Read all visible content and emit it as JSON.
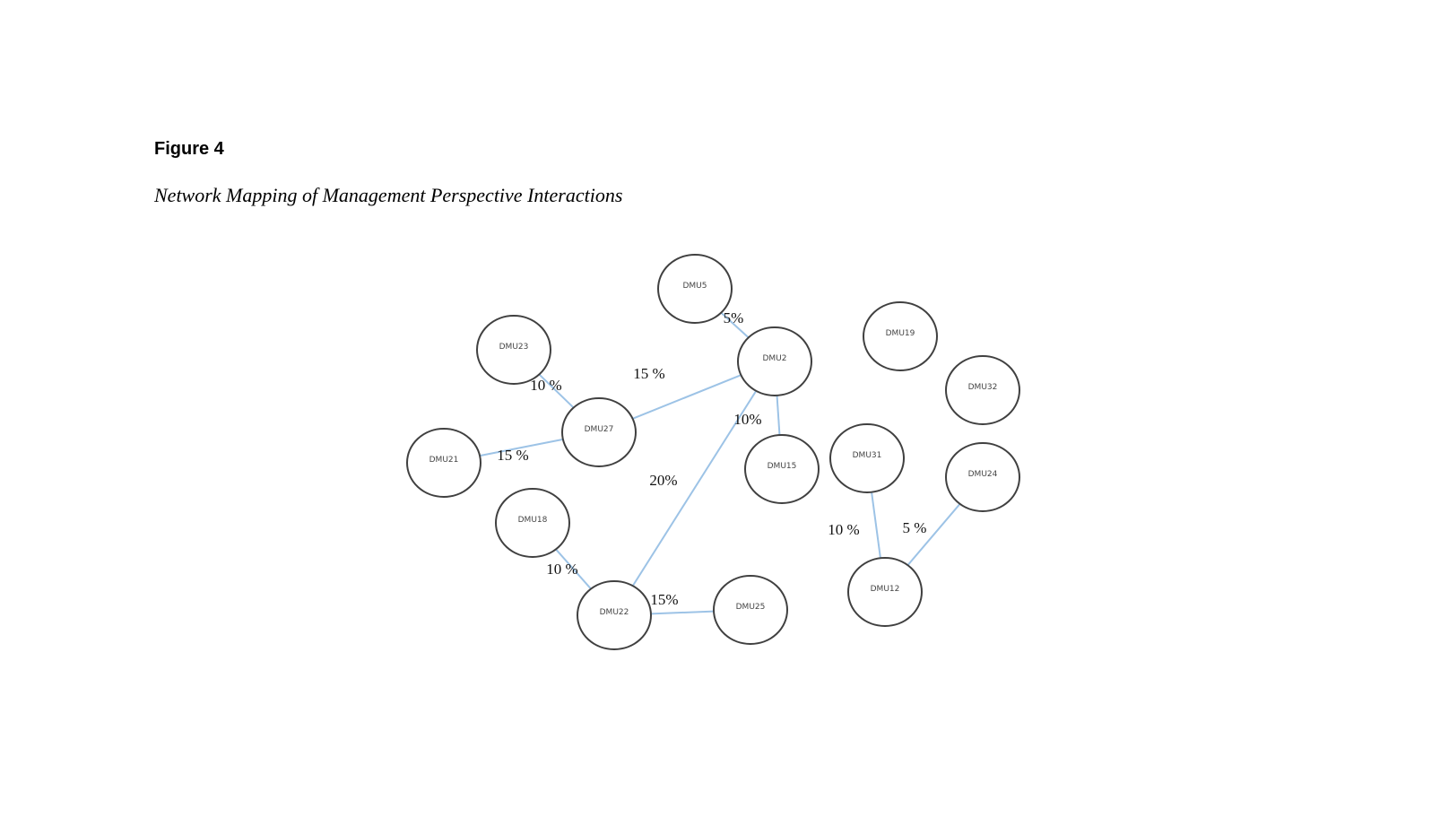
{
  "figure": {
    "number": "Figure 4",
    "title": "Network Mapping of Management Perspective Interactions"
  },
  "colors": {
    "edge": "#9dc3e6",
    "node_stroke": "#404040"
  },
  "nodes": [
    {
      "id": "DMU5"
    },
    {
      "id": "DMU2"
    },
    {
      "id": "DMU23"
    },
    {
      "id": "DMU27"
    },
    {
      "id": "DMU21"
    },
    {
      "id": "DMU18"
    },
    {
      "id": "DMU22"
    },
    {
      "id": "DMU25"
    },
    {
      "id": "DMU15"
    },
    {
      "id": "DMU19"
    },
    {
      "id": "DMU32"
    },
    {
      "id": "DMU31"
    },
    {
      "id": "DMU24"
    },
    {
      "id": "DMU12"
    }
  ],
  "edges": [
    {
      "from": "DMU5",
      "to": "DMU2",
      "label": "5%"
    },
    {
      "from": "DMU23",
      "to": "DMU27",
      "label": "10 %"
    },
    {
      "from": "DMU27",
      "to": "DMU2",
      "label": "15 %"
    },
    {
      "from": "DMU21",
      "to": "DMU27",
      "label": "15 %"
    },
    {
      "from": "DMU2",
      "to": "DMU15",
      "label": "10%"
    },
    {
      "from": "DMU2",
      "to": "DMU22",
      "label": "20%"
    },
    {
      "from": "DMU18",
      "to": "DMU22",
      "label": "10 %"
    },
    {
      "from": "DMU22",
      "to": "DMU25",
      "label": "15%"
    },
    {
      "from": "DMU31",
      "to": "DMU12",
      "label": "10 %"
    },
    {
      "from": "DMU24",
      "to": "DMU12",
      "label": "5 %"
    }
  ]
}
